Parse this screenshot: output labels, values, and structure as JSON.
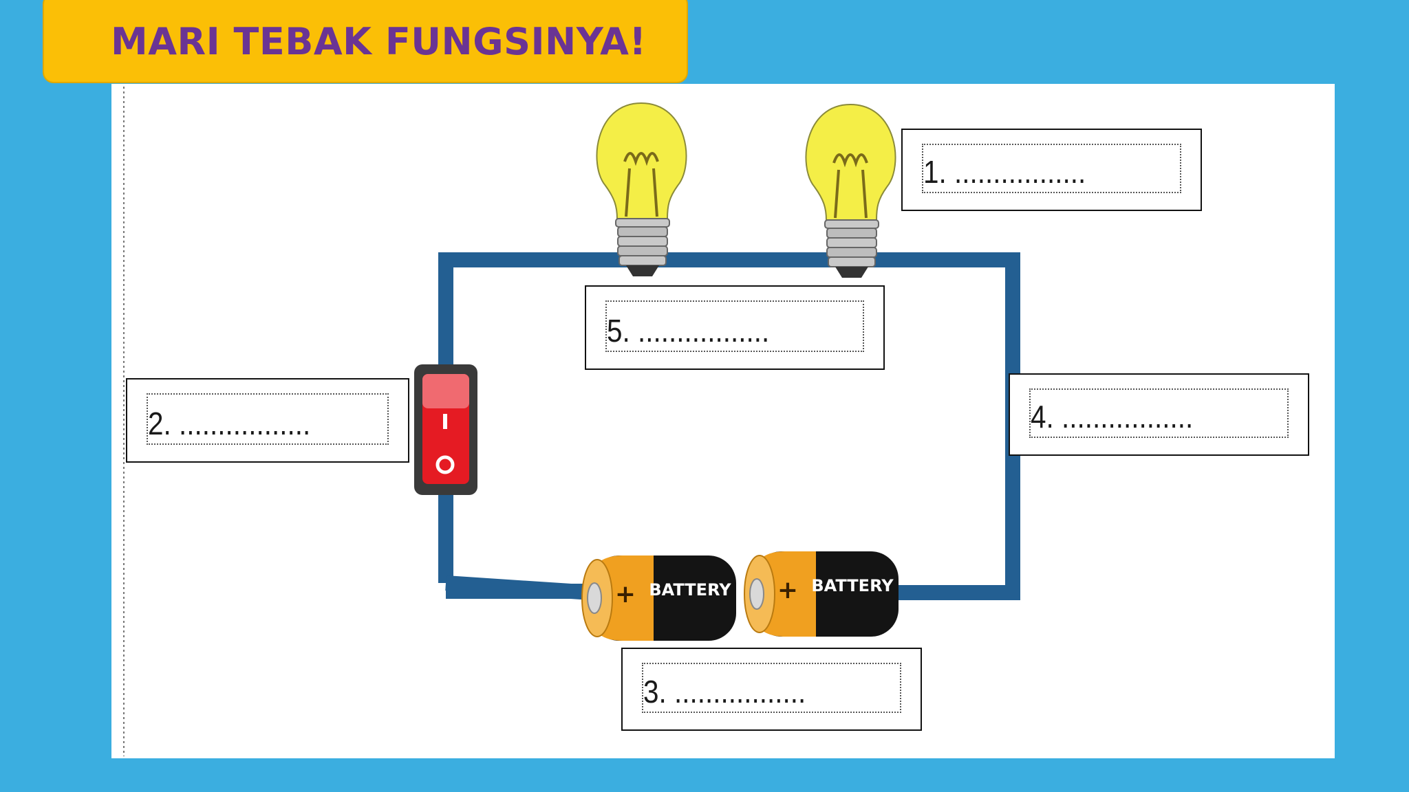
{
  "title": "MARI TEBAK FUNGSINYA!",
  "labels": {
    "l1": "1. .................",
    "l2": "2. .................",
    "l3": "3. .................",
    "l4": "4. .................",
    "l5": "5. ................."
  },
  "battery_text": "BATTERY",
  "battery_plus": "+",
  "switch_on_mark": "I",
  "switch_off_mark": "O",
  "colors": {
    "background": "#3baee0",
    "banner": "#fbbf06",
    "title": "#6a3494",
    "wire": "#235f92",
    "bulb": "#f4ee47",
    "switch": "#e51b23"
  }
}
